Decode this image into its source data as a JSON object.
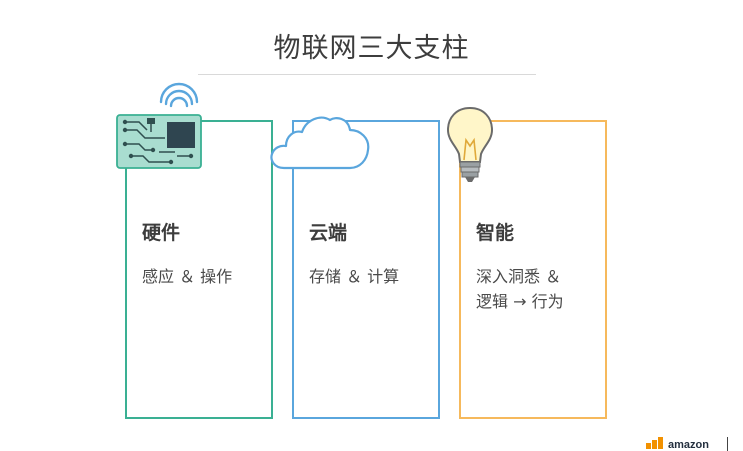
{
  "slide": {
    "title": "物联网三大支柱"
  },
  "cards": [
    {
      "heading": "硬件",
      "lines": [
        "感应 ＆ 操作"
      ],
      "icon": "circuit-chip-icon",
      "color": "#3ab093"
    },
    {
      "heading": "云端",
      "lines": [
        "存储 ＆ 计算"
      ],
      "icon": "cloud-icon",
      "color": "#5aa6dd"
    },
    {
      "heading": "智能",
      "lines": [
        "深入洞悉 ＆",
        "逻辑 → 行为"
      ],
      "icon": "light-bulb-icon",
      "color": "#f6b95c"
    }
  ],
  "footer": {
    "logo_text": "amazon",
    "logo_icon": "amazon-web-services-logo-icon"
  }
}
